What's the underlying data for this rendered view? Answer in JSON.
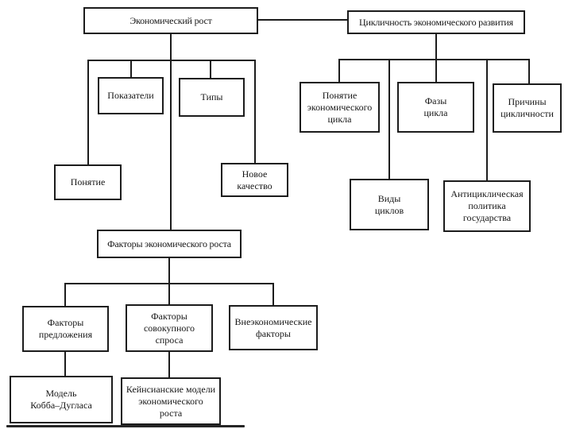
{
  "diagram": {
    "type": "flowchart",
    "language": "ru",
    "colors": {
      "page_bg": "#ffffff",
      "box_bg": "#ffffff",
      "box_border": "#1c1c1c",
      "line": "#1c1c1c",
      "text": "#161616"
    },
    "nodes": {
      "economic_growth": {
        "label": "Экономический рост"
      },
      "cyclicality": {
        "label": "Цикличность экономического развития"
      },
      "indicators": {
        "label": "Показатели"
      },
      "types": {
        "label": "Типы"
      },
      "concept": {
        "label": "Понятие"
      },
      "new_quality": {
        "label": [
          "Новое",
          "качество"
        ]
      },
      "growth_factors": {
        "label": "Факторы экономического роста"
      },
      "supply_factors": {
        "label": [
          "Факторы",
          "предложения"
        ]
      },
      "aggregate_demand_factors": {
        "label": [
          "Факторы",
          "совокупного",
          "спроса"
        ]
      },
      "non_economic_factors": {
        "label": [
          "Внеэкономические",
          "факторы"
        ]
      },
      "cobb_douglas": {
        "label": [
          "Модель",
          "Кобба–Дугласа"
        ]
      },
      "keynesian_models": {
        "label": [
          "Кейнсианские модели",
          "экономического",
          "роста"
        ]
      },
      "cycle_concept": {
        "label": [
          "Понятие",
          "экономического",
          "цикла"
        ]
      },
      "cycle_phases": {
        "label": [
          "Фазы",
          "цикла"
        ]
      },
      "cyclicality_causes": {
        "label": [
          "Причины",
          "цикличности"
        ]
      },
      "cycle_types": {
        "label": [
          "Виды",
          "циклов"
        ]
      },
      "anticyclical_policy": {
        "label": [
          "Антициклическая",
          "политика",
          "государства"
        ]
      }
    },
    "edges": [
      [
        "economic_growth",
        "cyclicality"
      ],
      [
        "economic_growth",
        "indicators"
      ],
      [
        "economic_growth",
        "types"
      ],
      [
        "economic_growth",
        "concept"
      ],
      [
        "economic_growth",
        "new_quality"
      ],
      [
        "economic_growth",
        "growth_factors"
      ],
      [
        "growth_factors",
        "supply_factors"
      ],
      [
        "growth_factors",
        "aggregate_demand_factors"
      ],
      [
        "growth_factors",
        "non_economic_factors"
      ],
      [
        "supply_factors",
        "cobb_douglas"
      ],
      [
        "aggregate_demand_factors",
        "keynesian_models"
      ],
      [
        "cyclicality",
        "cycle_concept"
      ],
      [
        "cyclicality",
        "cycle_phases"
      ],
      [
        "cyclicality",
        "cyclicality_causes"
      ],
      [
        "cyclicality",
        "cycle_types"
      ],
      [
        "cyclicality",
        "anticyclical_policy"
      ]
    ]
  }
}
